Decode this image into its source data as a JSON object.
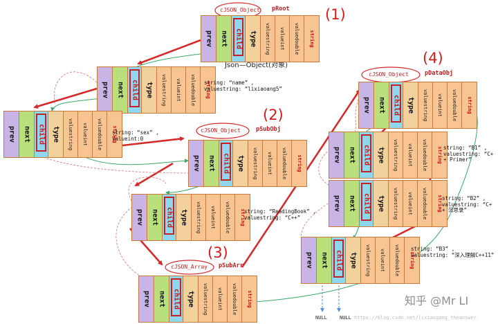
{
  "fields": {
    "prev": "prev",
    "next": "next",
    "child": "child",
    "type": "type",
    "valuestring": "valuestring",
    "valueint": "valueint",
    "valuedouble": "valuedouble",
    "string": "string"
  },
  "groups": {
    "g1": {
      "number": "(1)",
      "struct": "cJSON_Object",
      "pointer": "pRoot",
      "caption": "Json—Object(对象)"
    },
    "g2": {
      "number": "(2)",
      "struct": "cJSON_Object",
      "pointer": "pSubObj"
    },
    "g3": {
      "number": "(3)",
      "struct": "cJSON_Array",
      "pointer": "pSubArr"
    },
    "g4": {
      "number": "(4)",
      "struct": "cJSON_Object",
      "pointer": "pDataObj"
    }
  },
  "node_info": {
    "name": [
      "string: “name” ,",
      "valuestring: “lixiaoang5”"
    ],
    "sex": [
      "string: “sex” ,",
      "Valueint:0"
    ],
    "reading": [
      "string: “ReadingBook” ,",
      "valuestring: “C++”"
    ],
    "b1": [
      "string: “B1” ,",
      "valuestring: “C+",
      "+ Primer”"
    ],
    "b2": [
      "string: “B2” ,",
      "valuestring: “C+",
      "+ 沉思录”"
    ],
    "b3": [
      "string: “B3” ,",
      "valuestring: “深入理解C++11”"
    ]
  },
  "null_labels": [
    "NULL",
    "NULL"
  ],
  "watermark": "知乎 @Mr LI",
  "url_text": "https://blog.csdn.net/lixiaogang_theanswer",
  "colors": {
    "prev": "#c9b4e6",
    "next": "#b9e07c",
    "child": "#8fd6ef",
    "type": "#f3d19c",
    "value": "#f8c592",
    "red_arrow": "#d42a2a",
    "green_line": "#3aa86a",
    "blue_line": "#5b8fd6"
  }
}
